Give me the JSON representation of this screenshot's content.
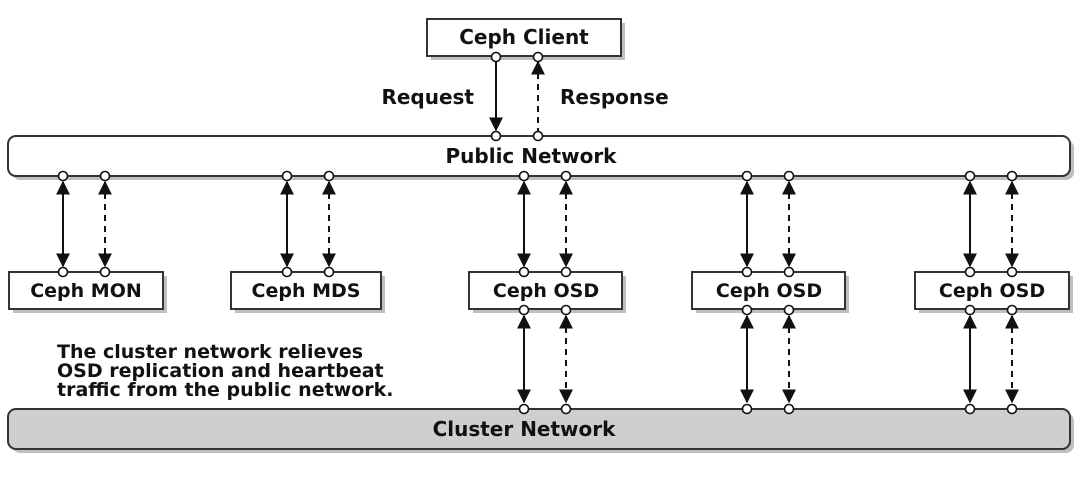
{
  "client": {
    "label": "Ceph Client"
  },
  "request_label": "Request",
  "response_label": "Response",
  "public_network": {
    "label": "Public Network"
  },
  "cluster_network": {
    "label": "Cluster Network"
  },
  "nodes": [
    {
      "id": "mon",
      "label": "Ceph MON",
      "on_cluster": false
    },
    {
      "id": "mds",
      "label": "Ceph MDS",
      "on_cluster": false
    },
    {
      "id": "osd1",
      "label": "Ceph OSD",
      "on_cluster": true
    },
    {
      "id": "osd2",
      "label": "Ceph OSD",
      "on_cluster": true
    },
    {
      "id": "osd3",
      "label": "Ceph OSD",
      "on_cluster": true
    }
  ],
  "note": {
    "lines": [
      "The cluster network relieves",
      "OSD replication and heartbeat",
      "traffic from the public network."
    ]
  },
  "colors": {
    "cluster_fill": "#cfcfcf",
    "box_fill": "#ffffff",
    "stroke": "#333333"
  }
}
